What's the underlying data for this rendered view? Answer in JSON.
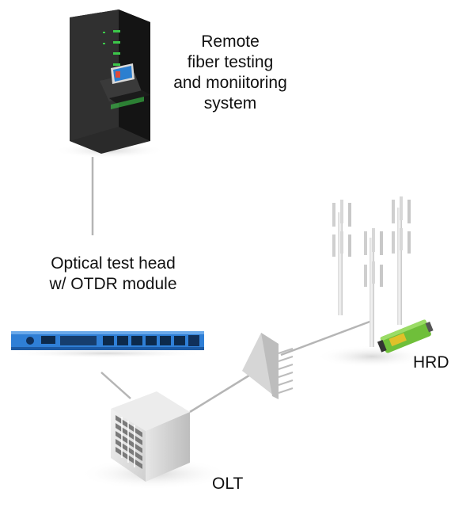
{
  "labels": {
    "remote_line1": "Remote",
    "remote_line2": "fiber testing",
    "remote_line3": "and moniitoring",
    "remote_line4": "system",
    "testhead_line1": "Optical test head",
    "testhead_line2": "w/ OTDR module",
    "hrd": "HRD",
    "olt": "OLT"
  },
  "colors": {
    "rack_dark": "#2a2a2a",
    "rack_side": "#141414",
    "rack_led": "#3cc84a",
    "otdr_blue": "#2f7fd6",
    "olt_grey": "#d8d8d8",
    "fiber_line": "#b5b5b5",
    "hrd_green": "#6fbf3a"
  },
  "icons": {
    "server": "server-rack-icon",
    "testhead": "otdr-unit-icon",
    "olt": "olt-cube-icon",
    "splitter": "splitter-icon",
    "towers": "cell-tower-icon",
    "hrd": "hrd-device-icon"
  }
}
